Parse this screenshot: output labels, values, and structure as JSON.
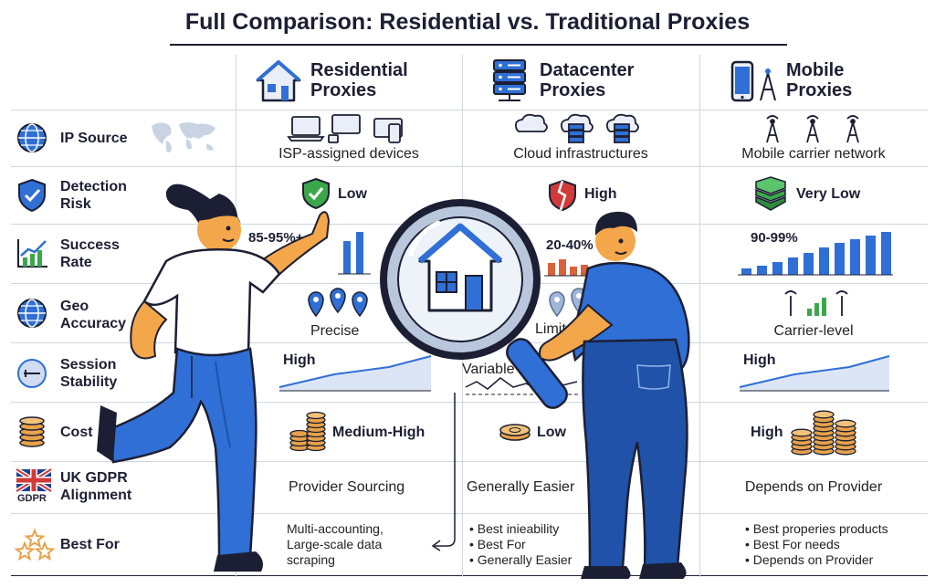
{
  "title": "Full Comparison: Residential vs. Traditional Proxies",
  "columns": [
    {
      "line1": "Residential",
      "line2": "Proxies",
      "icon": "house-icon"
    },
    {
      "line1": "Datacenter",
      "line2": "Proxies",
      "icon": "server-rack-icon"
    },
    {
      "line1": "Mobile",
      "line2": "Proxies",
      "icon": "smartphone-icon"
    }
  ],
  "rows": {
    "ip_source": {
      "label": [
        "IP Source"
      ],
      "residential": "ISP-assigned devices",
      "datacenter": "Cloud infrastructures",
      "mobile": "Mobile carrier network"
    },
    "detection_risk": {
      "label": [
        "Detection",
        "Risk"
      ],
      "residential": "Low",
      "datacenter": "High",
      "mobile": "Very Low"
    },
    "success_rate": {
      "label": [
        "Success",
        "Rate"
      ],
      "residential": "85-95%+",
      "datacenter": "20-40%",
      "mobile": "90-99%"
    },
    "geo_accuracy": {
      "label": [
        "Geo",
        "Accuracy"
      ],
      "residential": "Precise",
      "datacenter": "Limited",
      "mobile": "Carrier-level"
    },
    "session_stability": {
      "label": [
        "Session",
        "Stability"
      ],
      "residential": "High",
      "datacenter": "Variable",
      "mobile": "High"
    },
    "cost": {
      "label": [
        "Cost"
      ],
      "residential": "Medium-High",
      "datacenter": "Low",
      "mobile": "High"
    },
    "gdpr": {
      "label": [
        "UK GDPR",
        "Alignment"
      ],
      "flag_caption": "GDPR",
      "residential": "Provider Sourcing",
      "datacenter": "Generally Easier",
      "mobile": "Depends on Provider"
    },
    "best_for": {
      "label": [
        "Best For"
      ],
      "residential": [
        "Multi-accounting,",
        "Large-scale data",
        "scraping"
      ],
      "datacenter": [
        "• Best inieability",
        "• Best For",
        "• Generally Easier"
      ],
      "mobile": [
        "• Best properies products",
        "• Best For needs",
        "• Depends on Provider"
      ]
    }
  },
  "colors": {
    "primary_blue": "#2f6fd6",
    "dark_navy": "#1c1f33",
    "skin": "#f4a64a",
    "green_shield": "#3aa84a",
    "red_shield": "#d23a3a",
    "coin": "#e8a24a"
  }
}
